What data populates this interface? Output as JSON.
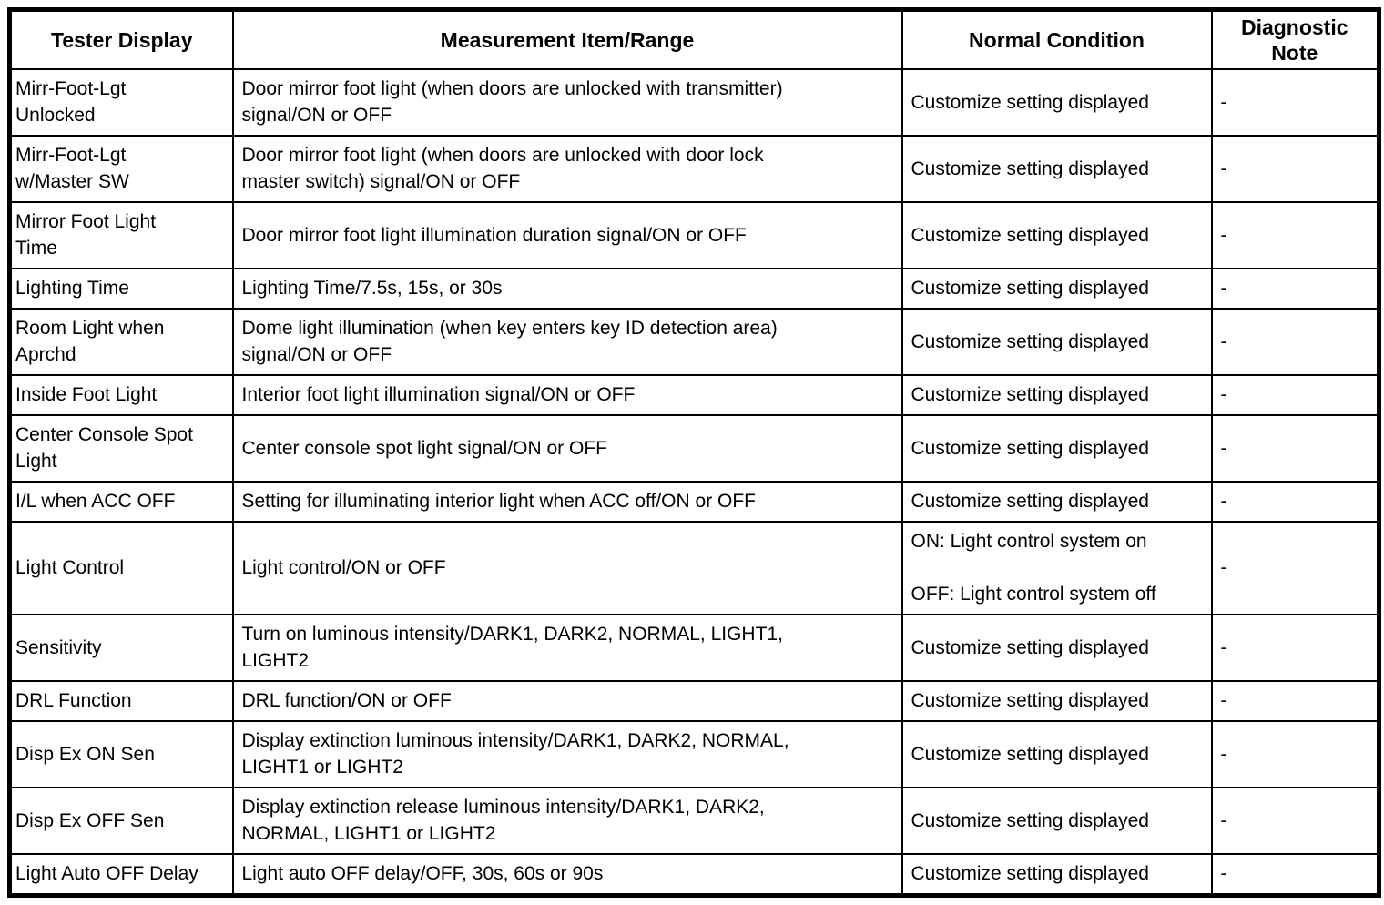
{
  "page": {
    "background_color": "#ffffff",
    "text_color": "#000000",
    "border_color": "#000000"
  },
  "table": {
    "columns": [
      {
        "key": "tester_display",
        "label": "Tester Display"
      },
      {
        "key": "measurement_item_range",
        "label": "Measurement Item/Range"
      },
      {
        "key": "normal_condition",
        "label": "Normal Condition"
      },
      {
        "key": "diagnostic_note",
        "label": "Diagnostic\nNote"
      }
    ],
    "rows": [
      {
        "tester_display": "Mirr-Foot-Lgt\nUnlocked",
        "measurement_item_range": "Door mirror foot light (when doors are unlocked with transmitter)\nsignal/ON or OFF",
        "normal_condition": "Customize setting displayed",
        "diagnostic_note": "-"
      },
      {
        "tester_display": "Mirr-Foot-Lgt\nw/Master SW",
        "measurement_item_range": "Door mirror foot light (when doors are unlocked with door lock\nmaster switch) signal/ON or OFF",
        "normal_condition": "Customize setting displayed",
        "diagnostic_note": "-"
      },
      {
        "tester_display": "Mirror Foot Light\nTime",
        "measurement_item_range": "Door mirror foot light illumination duration signal/ON or OFF",
        "normal_condition": "Customize setting displayed",
        "diagnostic_note": "-"
      },
      {
        "tester_display": "Lighting Time",
        "measurement_item_range": "Lighting Time/7.5s, 15s, or 30s",
        "normal_condition": "Customize setting displayed",
        "diagnostic_note": "-"
      },
      {
        "tester_display": "Room Light when\nAprchd",
        "measurement_item_range": "Dome light illumination (when key enters key ID detection area)\nsignal/ON or OFF",
        "normal_condition": "Customize setting displayed",
        "diagnostic_note": "-"
      },
      {
        "tester_display": "Inside Foot Light",
        "measurement_item_range": "Interior foot light illumination signal/ON or OFF",
        "normal_condition": "Customize setting displayed",
        "diagnostic_note": "-"
      },
      {
        "tester_display": "Center Console Spot\nLight",
        "measurement_item_range": "Center console spot light signal/ON or OFF",
        "normal_condition": "Customize setting displayed",
        "diagnostic_note": "-"
      },
      {
        "tester_display": "I/L when ACC OFF",
        "measurement_item_range": "Setting for illuminating interior light when ACC off/ON or OFF",
        "normal_condition": "Customize setting displayed",
        "diagnostic_note": "-"
      },
      {
        "tester_display": "Light Control",
        "measurement_item_range": "Light control/ON or OFF",
        "normal_condition": "ON: Light control system on\n\nOFF: Light control system off",
        "diagnostic_note": "-"
      },
      {
        "tester_display": "Sensitivity",
        "measurement_item_range": "Turn on luminous intensity/DARK1, DARK2, NORMAL, LIGHT1,\nLIGHT2",
        "normal_condition": "Customize setting displayed",
        "diagnostic_note": "-"
      },
      {
        "tester_display": "DRL Function",
        "measurement_item_range": "DRL function/ON or OFF",
        "normal_condition": "Customize setting displayed",
        "diagnostic_note": "-"
      },
      {
        "tester_display": "Disp Ex ON Sen",
        "measurement_item_range": "Display extinction luminous intensity/DARK1, DARK2, NORMAL,\nLIGHT1 or LIGHT2",
        "normal_condition": "Customize setting displayed",
        "diagnostic_note": "-"
      },
      {
        "tester_display": "Disp Ex OFF Sen",
        "measurement_item_range": "Display extinction release luminous intensity/DARK1, DARK2,\nNORMAL, LIGHT1 or LIGHT2",
        "normal_condition": "Customize setting displayed",
        "diagnostic_note": "-"
      },
      {
        "tester_display": "Light Auto OFF Delay",
        "measurement_item_range": "Light auto OFF delay/OFF, 30s, 60s or 90s",
        "normal_condition": "Customize setting displayed",
        "diagnostic_note": "-"
      }
    ]
  }
}
